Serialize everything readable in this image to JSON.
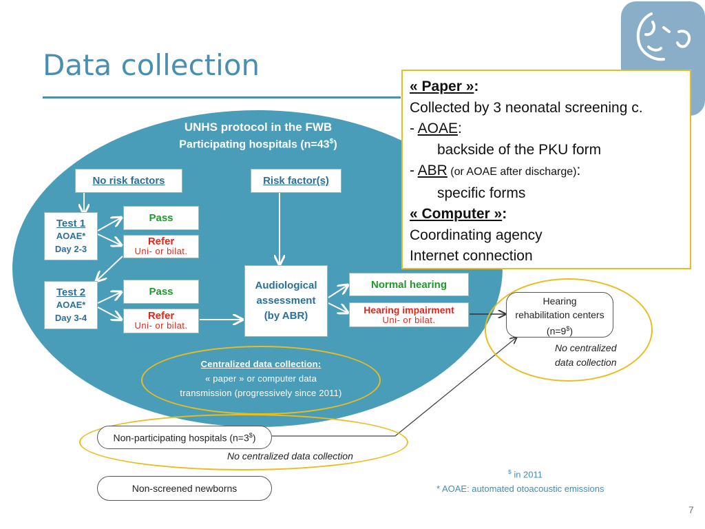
{
  "slide": {
    "title": "Data collection",
    "page_number": "7"
  },
  "diagram": {
    "protocol_title": "UNHS protocol in the FWB",
    "participating_label": "Participating hospitals (n=43",
    "participating_sup": "$",
    "participating_close": ")",
    "no_risk": "No risk factors",
    "risk": "Risk factor(s)",
    "test1": {
      "title": "Test 1",
      "method": "AOAE*",
      "day": "Day 2-3"
    },
    "test2": {
      "title": "Test 2",
      "method": "AOAE*",
      "day": "Day 3-4"
    },
    "pass_label": "Pass",
    "refer_label": "Refer",
    "refer_sub": "Uni- or bilat.",
    "audio": {
      "line1": "Audiological",
      "line2": "assessment",
      "line3": "(by ABR)"
    },
    "normal_hearing": "Normal hearing",
    "hearing_impairment": "Hearing impairment",
    "hi_sub": "Uni- or bilat.",
    "central": {
      "line1": "Centralized data collection:",
      "line2": "« paper » or computer data",
      "line3": "transmission (progressively since 2011)"
    },
    "rehab": {
      "line1": "Hearing",
      "line2": "rehabilitation centers",
      "line3": "(n=9",
      "sup": "$",
      "close": ")"
    },
    "rehab_note_1": "No centralized",
    "rehab_note_2": "data collection",
    "non_participating": "Non-participating hospitals (n=3",
    "non_participating_sup": "$",
    "non_participating_close": ")",
    "non_participating_note": "No centralized data collection",
    "non_screened": "Non-screened newborns",
    "footnote_year_sup": "$",
    "footnote_year": " in 2011",
    "footnote_aoae": "* AOAE: automated otoacoustic emissions"
  },
  "callout": {
    "paper": "« Paper »",
    "colon": ":",
    "collected": "Collected by 3 neonatal screening c.",
    "dash": "- ",
    "aoae": "AOAE",
    "aoae_desc": "backside of the PKU form",
    "abr": "ABR",
    "abr_note": " (or AOAE after discharge)",
    "abr_desc": "specific forms",
    "computer": "« Computer »",
    "coord": "Coordinating agency",
    "internet": "Internet connection"
  },
  "colors": {
    "accent": "#4a8fb0",
    "ellipse": "#4a9db8",
    "pass": "#1e9a2a",
    "refer": "#e1261c",
    "highlight": "#e9bd1f"
  }
}
